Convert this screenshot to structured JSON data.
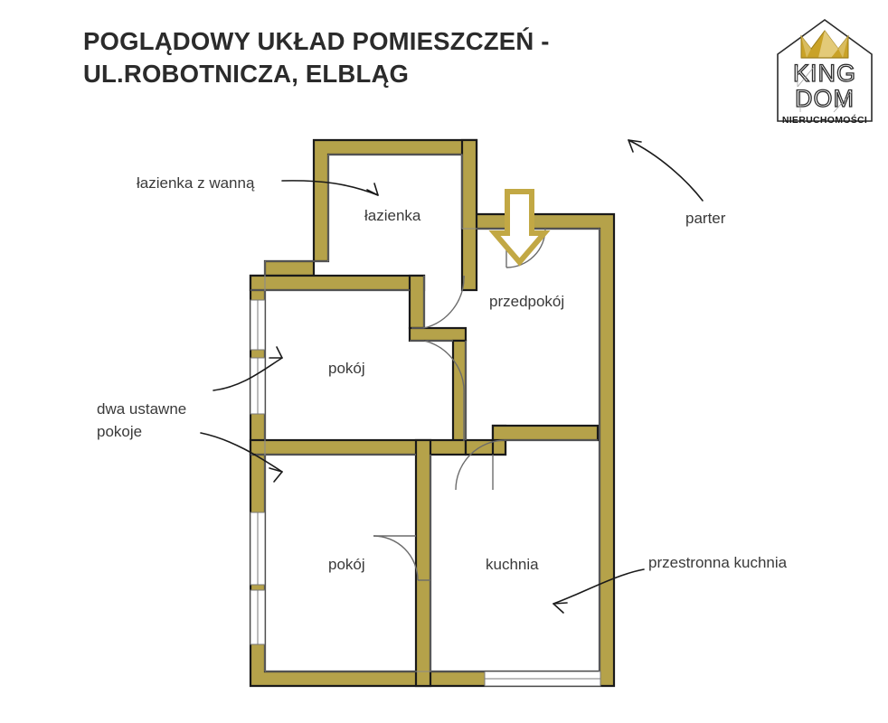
{
  "header": {
    "title_line_1": "POGLĄDOWY UKŁAD POMIESZCZEŃ -",
    "title_line_2": "UL.ROBOTNICZA, ELBLĄG"
  },
  "logo": {
    "name_top": "KING",
    "name_bottom": "DOM",
    "tagline": "NIERUCHOMOŚCI",
    "crown_color": "#c9a227",
    "outline_color": "#2b2b2b"
  },
  "colors": {
    "wall_fill": "#b5a24a",
    "wall_outline": "#1a1a1a",
    "wall_inner_line": "#8a8a8a",
    "door_swing": "#6b6b6b",
    "arrow_gold": "#c2a844",
    "text": "#3a3a3a",
    "background": "#ffffff"
  },
  "plan": {
    "rooms": [
      {
        "id": "lazienka",
        "label": "łazienka"
      },
      {
        "id": "przedpokoj",
        "label": "przedpokój"
      },
      {
        "id": "pokoj-1",
        "label": "pokój"
      },
      {
        "id": "pokoj-2",
        "label": "pokój"
      },
      {
        "id": "kuchnia",
        "label": "kuchnia"
      }
    ],
    "annotations": [
      {
        "id": "lazienka-z-wanna",
        "label": "łazienka z wanną",
        "target": "łazienka"
      },
      {
        "id": "dwa-ustawne-pokoje",
        "label_line_1": "dwa ustawne",
        "label_line_2": "pokoje",
        "target": "pokój"
      },
      {
        "id": "parter",
        "label": "parter",
        "target": "plan"
      },
      {
        "id": "przestronna-kuchnia",
        "label": "przestronna kuchnia",
        "target": "kuchnia"
      }
    ],
    "entrance_marker": "entrance-arrow-down"
  }
}
